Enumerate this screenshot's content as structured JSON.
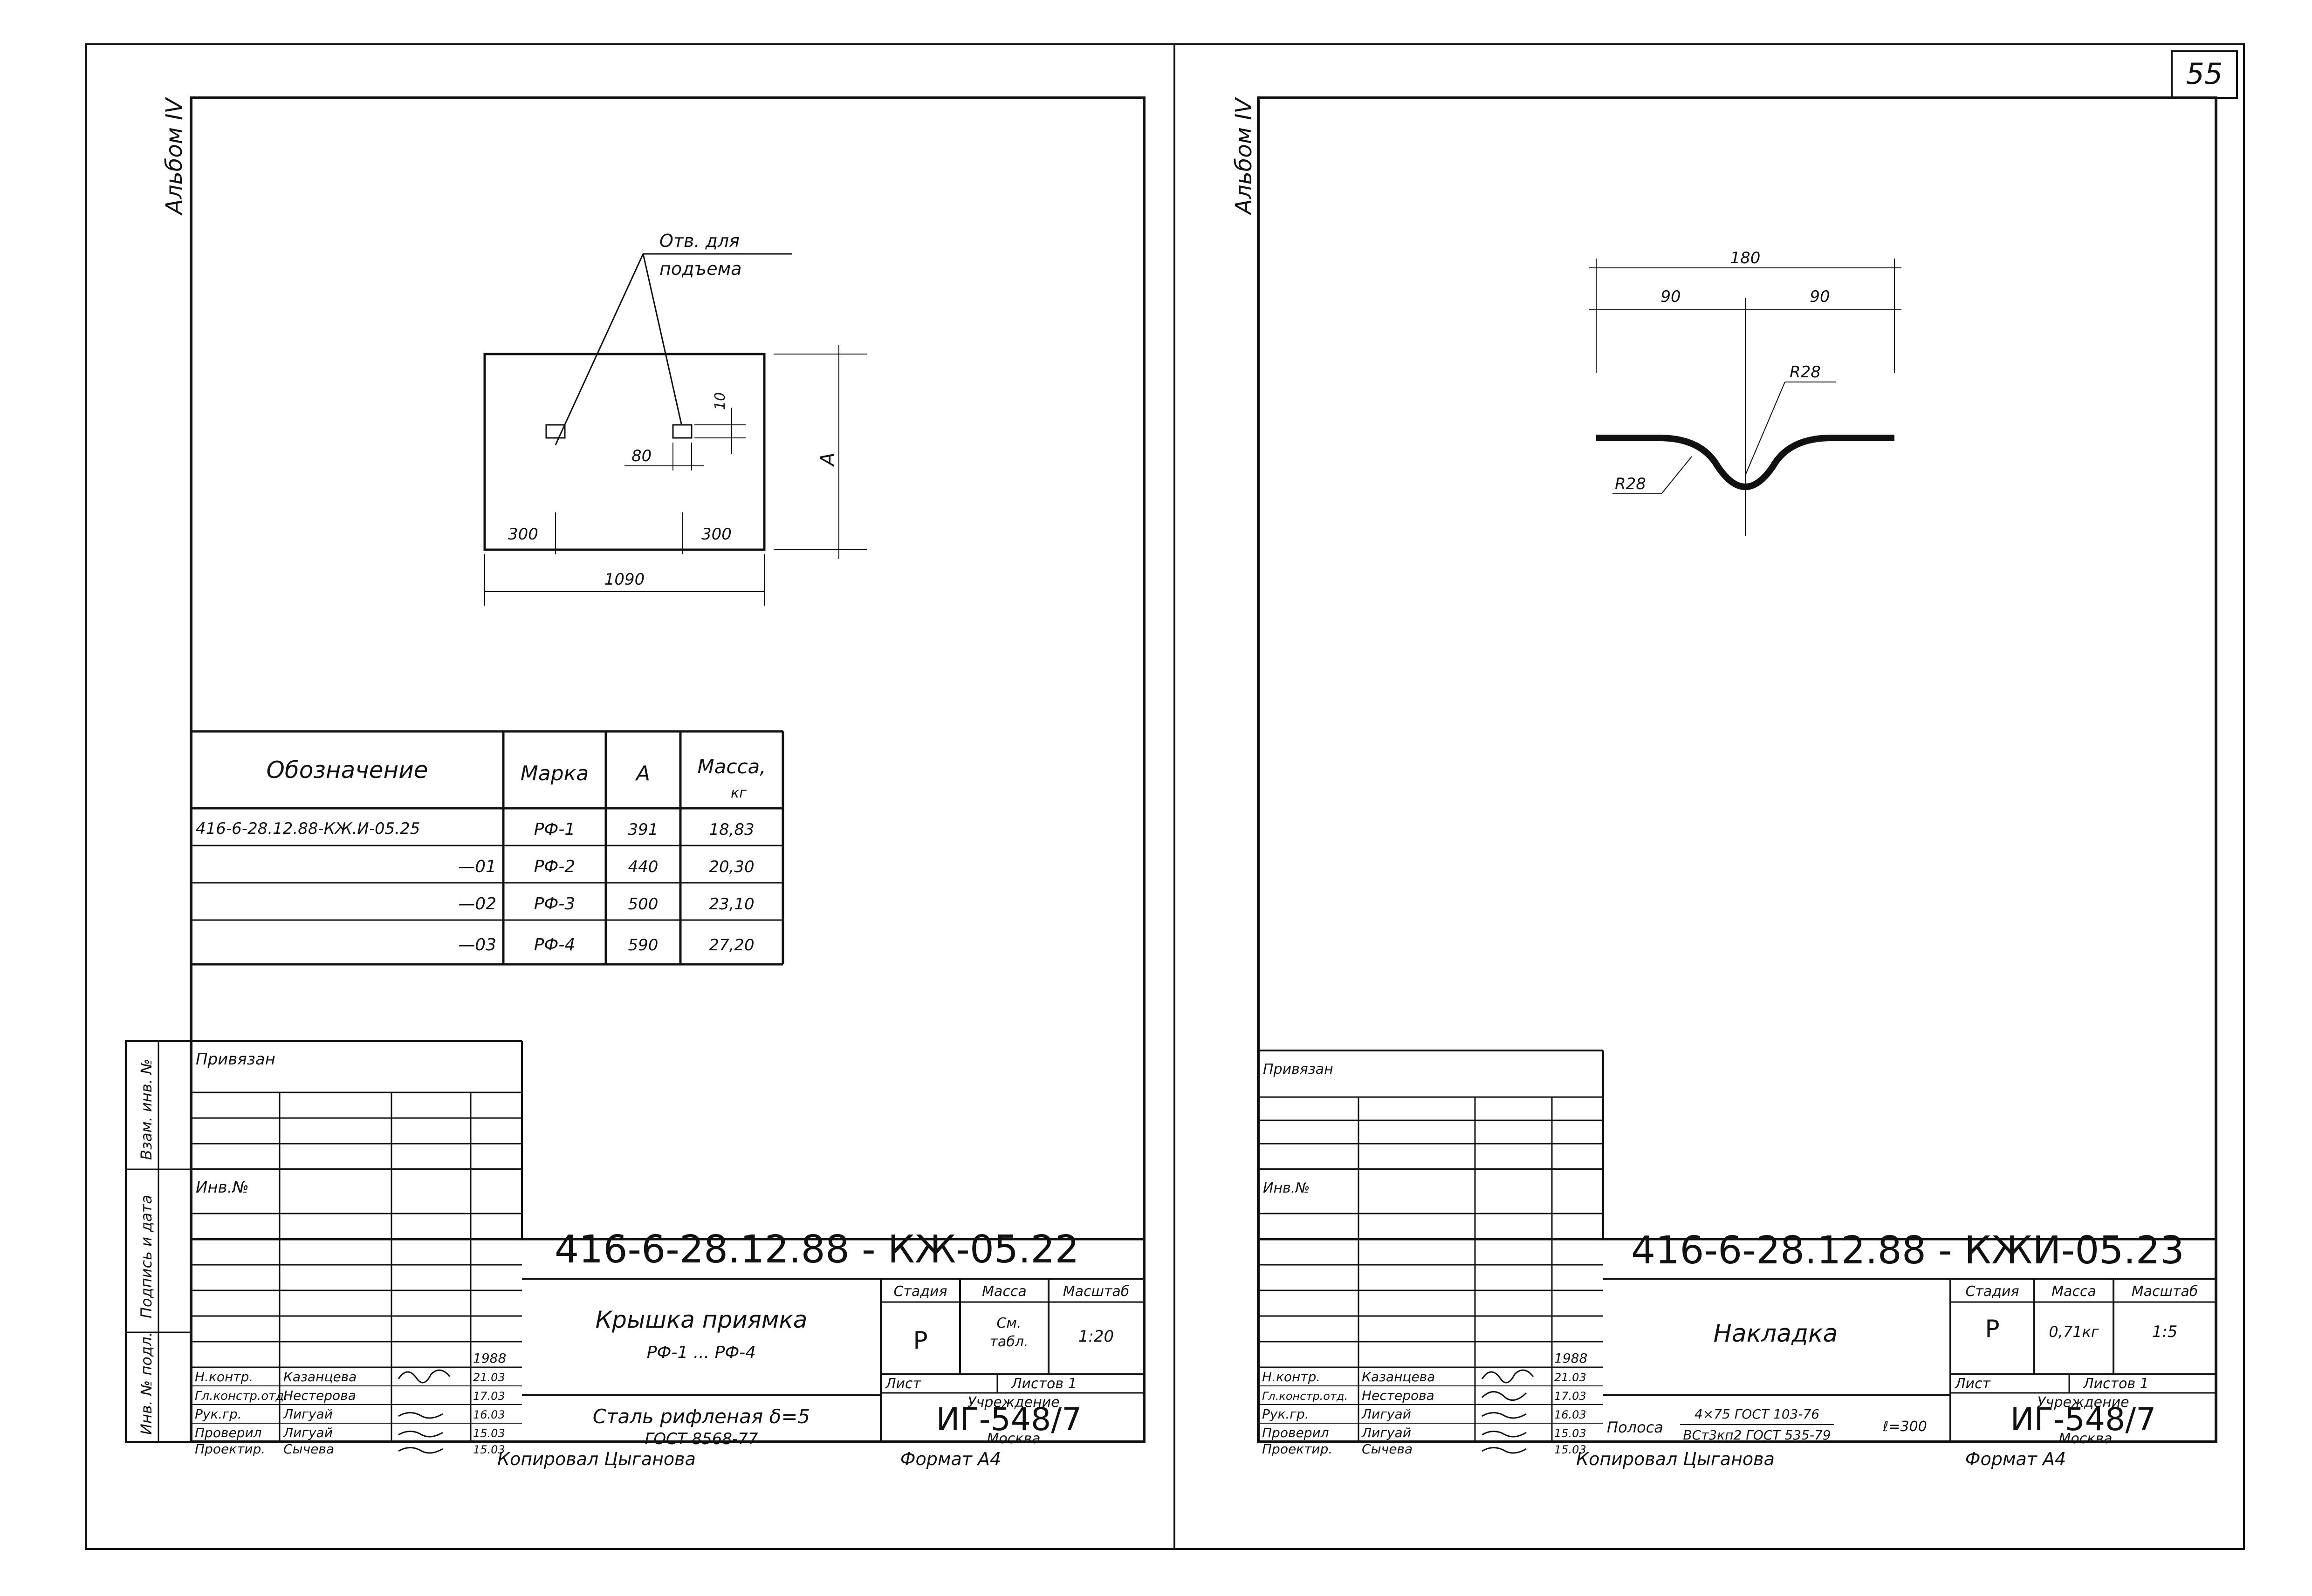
{
  "page_number": "55",
  "left": {
    "album": "Альбом IV",
    "hole_note_line1": "Отв. для",
    "hole_note_line2": "подъема",
    "dims": {
      "slot_h": "10",
      "slot_w": "80",
      "height": "А",
      "left": "300",
      "right": "300",
      "width": "1090"
    },
    "table": {
      "headers": [
        "Обозначение",
        "Марка",
        "А",
        "Масса,"
      ],
      "unit": "кг",
      "rows": [
        [
          "416-6-28.12.88-КЖ.И-05.25",
          "РФ-1",
          "391",
          "18,83"
        ],
        [
          "—01",
          "РФ-2",
          "440",
          "20,30"
        ],
        [
          "—02",
          "РФ-3",
          "500",
          "23,10"
        ],
        [
          "—03",
          "РФ-4",
          "590",
          "27,20"
        ]
      ]
    },
    "side_labels": [
      "Взам. инв. №",
      "Подпись и дата",
      "Инв. № подл."
    ],
    "stamp": {
      "privyazan": "Привязан",
      "inv": "Инв.№",
      "year": "1988",
      "code": "416-6-28.12.88 - КЖ-05.22",
      "title_line1": "Крышка приямка",
      "title_line2": "РФ-1 ... РФ-4",
      "stage_label": "Стадия",
      "mass_label": "Масса",
      "scale_label": "Масштаб",
      "stage": "Р",
      "mass_line1": "См.",
      "mass_line2": "табл.",
      "scale": "1:20",
      "sheet_label": "Лист",
      "sheets_label": "Листов 1",
      "material_line1": "Сталь рифленая δ=5",
      "material_line2": "ГОСТ 8568-77",
      "org_label": "Учреждение",
      "org": "ИГ-548/7",
      "city": "Москва",
      "people": [
        [
          "Н.контр.",
          "Казанцева",
          "21.03"
        ],
        [
          "Гл.констр.отд.",
          "Нестерова",
          "17.03"
        ],
        [
          "Рук.гр.",
          "Лигуай",
          "16.03"
        ],
        [
          "Проверил",
          "Лигуай",
          "15.03"
        ],
        [
          "Проектир.",
          "Сычева",
          "15.03"
        ]
      ],
      "copied": "Копировал Цыганова",
      "format": "Формат А4"
    }
  },
  "right": {
    "album": "Альбом IV",
    "dims": {
      "total": "180",
      "left": "90",
      "right": "90",
      "r_top": "R28",
      "r_bottom": "R28"
    },
    "stamp": {
      "privyazan": "Привязан",
      "inv": "Инв.№",
      "year": "1988",
      "code": "416-6-28.12.88 - КЖИ-05.23",
      "title": "Накладка",
      "stage_label": "Стадия",
      "mass_label": "Масса",
      "scale_label": "Масштаб",
      "stage": "Р",
      "mass": "0,71кг",
      "scale": "1:5",
      "sheet_label": "Лист",
      "sheets_label": "Листов 1",
      "material_prefix": "Полоса",
      "material_line1": "4×75 ГОСТ 103-76",
      "material_line2": "ВСт3кп2 ГОСТ 535-79",
      "material_suffix": "ℓ=300",
      "org_label": "Учреждение",
      "org": "ИГ-548/7",
      "city": "Москва",
      "people": [
        [
          "Н.контр.",
          "Казанцева",
          "21.03"
        ],
        [
          "Гл.констр.отд.",
          "Нестерова",
          "17.03"
        ],
        [
          "Рук.гр.",
          "Лигуай",
          "16.03"
        ],
        [
          "Проверил",
          "Лигуай",
          "15.03"
        ],
        [
          "Проектир.",
          "Сычева",
          "15.03"
        ]
      ],
      "copied": "Копировал Цыганова",
      "format": "Формат А4"
    }
  }
}
